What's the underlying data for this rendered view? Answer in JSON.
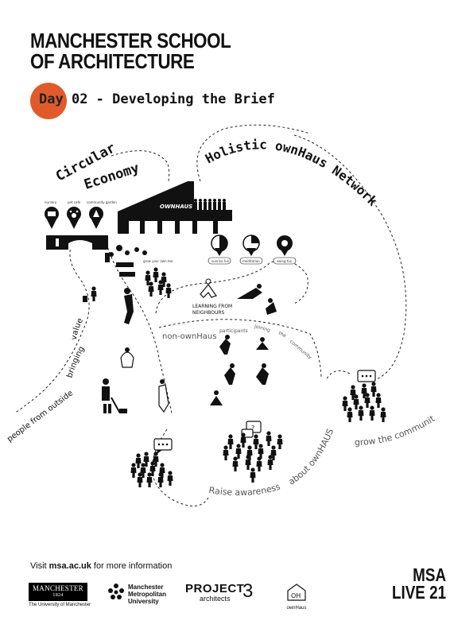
{
  "header": {
    "title_line1": "MANCHESTER SCHOOL",
    "title_line2": "OF ARCHITECTURE",
    "day_word": "Day",
    "day_rest": " 02 - Developing the Brief"
  },
  "diagram": {
    "circular_line1": "Circular",
    "circular_line2": "Economy",
    "network_title": "Holistic ownHaus Network",
    "building_sign": "OWNHAUS",
    "pin_nursery": "nursery",
    "pin_pet_cafe": "pet cafe",
    "pin_community_garden": "community garden",
    "grow_your_own": "grow your own tea",
    "pin_morning": "sunrise fun",
    "pin_midday": "meditation",
    "pin_evening": "swing fun",
    "learning_line1": "LEARNING FROM",
    "learning_line2": "NEIGHBOURS",
    "non_ownhaus": "non-ownHaus",
    "participants": "participants",
    "joining": "joining",
    "the": "the",
    "community": "community",
    "bringing": "bringing",
    "value": "value",
    "people_from_outside": "people from outside",
    "raise": "Raise",
    "awareness": "awareness",
    "about_ownhaus": "about ownHAUS",
    "grow_the_community": "grow the community"
  },
  "footer": {
    "visit_prefix": "Visit ",
    "visit_url": "msa.ac.uk",
    "visit_suffix": " for more information",
    "uom_name": "MANCHESTER",
    "uom_year": "1824",
    "uom_sub": "The University of Manchester",
    "mmu_line1": "Manchester",
    "mmu_line2": "Metropolitan",
    "mmu_line3": "University",
    "p3_name": "PROJECT",
    "p3_number": "3",
    "p3_sub": "architects",
    "oh_mark": "OH",
    "oh_label": "ownHaus",
    "msa": "MSA",
    "live": "LIVE 21"
  },
  "colors": {
    "accent": "#e05a2b",
    "ink": "#111111",
    "grey_text": "#666666"
  }
}
